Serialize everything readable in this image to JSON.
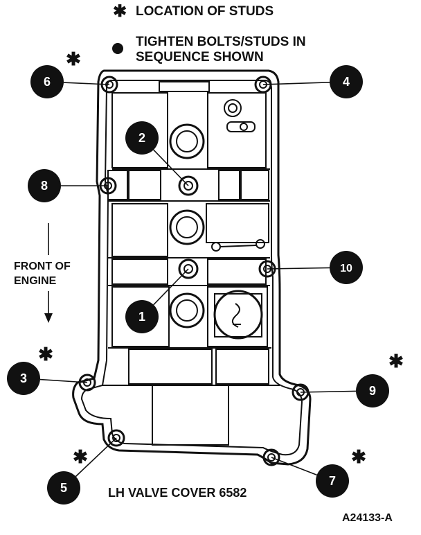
{
  "legend": {
    "star_symbol": "✱",
    "studs_label": "LOCATION OF STUDS",
    "sequence_line1": "TIGHTEN BOLTS/STUDS IN",
    "sequence_line2": "SEQUENCE SHOWN"
  },
  "front_label": {
    "line1": "FRONT OF",
    "line2": "ENGINE"
  },
  "caption": "LH VALVE COVER 6582",
  "figure_id": "A24133-A",
  "sequence_markers": [
    {
      "number": "1",
      "stud": false
    },
    {
      "number": "2",
      "stud": false
    },
    {
      "number": "3",
      "stud": true
    },
    {
      "number": "4",
      "stud": false
    },
    {
      "number": "5",
      "stud": true
    },
    {
      "number": "6",
      "stud": true
    },
    {
      "number": "7",
      "stud": true
    },
    {
      "number": "8",
      "stud": false
    },
    {
      "number": "9",
      "stud": true
    },
    {
      "number": "10",
      "stud": false
    }
  ]
}
